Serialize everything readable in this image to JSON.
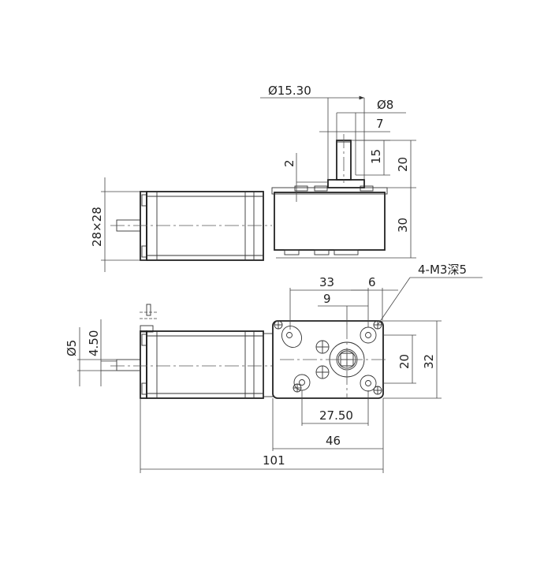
{
  "drawing": {
    "title": "Worm gear motor dimension drawing",
    "line_color": "#222222",
    "background": "#ffffff"
  },
  "side_view": {
    "dims": {
      "gearbox_flange_dia": "Ø15.30",
      "shaft_dia": "Ø8",
      "shaft_flat": "7",
      "shaft_flat_len": "15",
      "shaft_len": "20",
      "boss_height": "2",
      "gearbox_height": "30",
      "motor_square": "28×28"
    }
  },
  "front_view": {
    "dims": {
      "hole_spacing_x": "33",
      "hole_edge_offset": "6",
      "shaft_offset": "9",
      "thread_note": "4-M3深5",
      "hole_spacing_y": "20",
      "gearbox_width": "32",
      "bottom_hole_spacing": "27.50",
      "gearbox_length": "46",
      "overall_length": "101",
      "motor_shaft_dia": "Ø5",
      "motor_shaft_flat": "4.50"
    }
  }
}
